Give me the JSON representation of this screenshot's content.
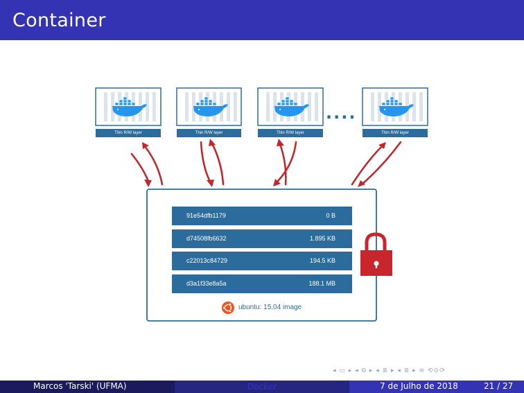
{
  "slide": {
    "title": "Container"
  },
  "containers": [
    {
      "label": "Thin R/W layer"
    },
    {
      "label": "Thin R/W layer"
    },
    {
      "label": "Thin R/W layer"
    },
    {
      "label": "Thin R/W layer"
    }
  ],
  "ellipsis": "....",
  "image_layers": [
    {
      "id": "91e54dfb1179",
      "size": "0 B"
    },
    {
      "id": "d74508fb6632",
      "size": "1.895 KB"
    },
    {
      "id": "c22013c84729",
      "size": "194.5 KB"
    },
    {
      "id": "d3a1f33e8a5a",
      "size": "188.1 MB"
    }
  ],
  "base_image": "ubuntu: 15.04 image",
  "footer": {
    "author": "Marcos 'Tarski' (UFMA)",
    "short_title": "Docker",
    "date": "7 de Julho de 2018",
    "page": "21 / 27"
  },
  "colors": {
    "title_bg": "#3333b3",
    "layer_blue": "#2b6c9c",
    "arrow_red": "#c0282d",
    "lock_red": "#c8252c",
    "docker_blue": "#2496ed",
    "ubuntu_orange": "#e95420"
  }
}
